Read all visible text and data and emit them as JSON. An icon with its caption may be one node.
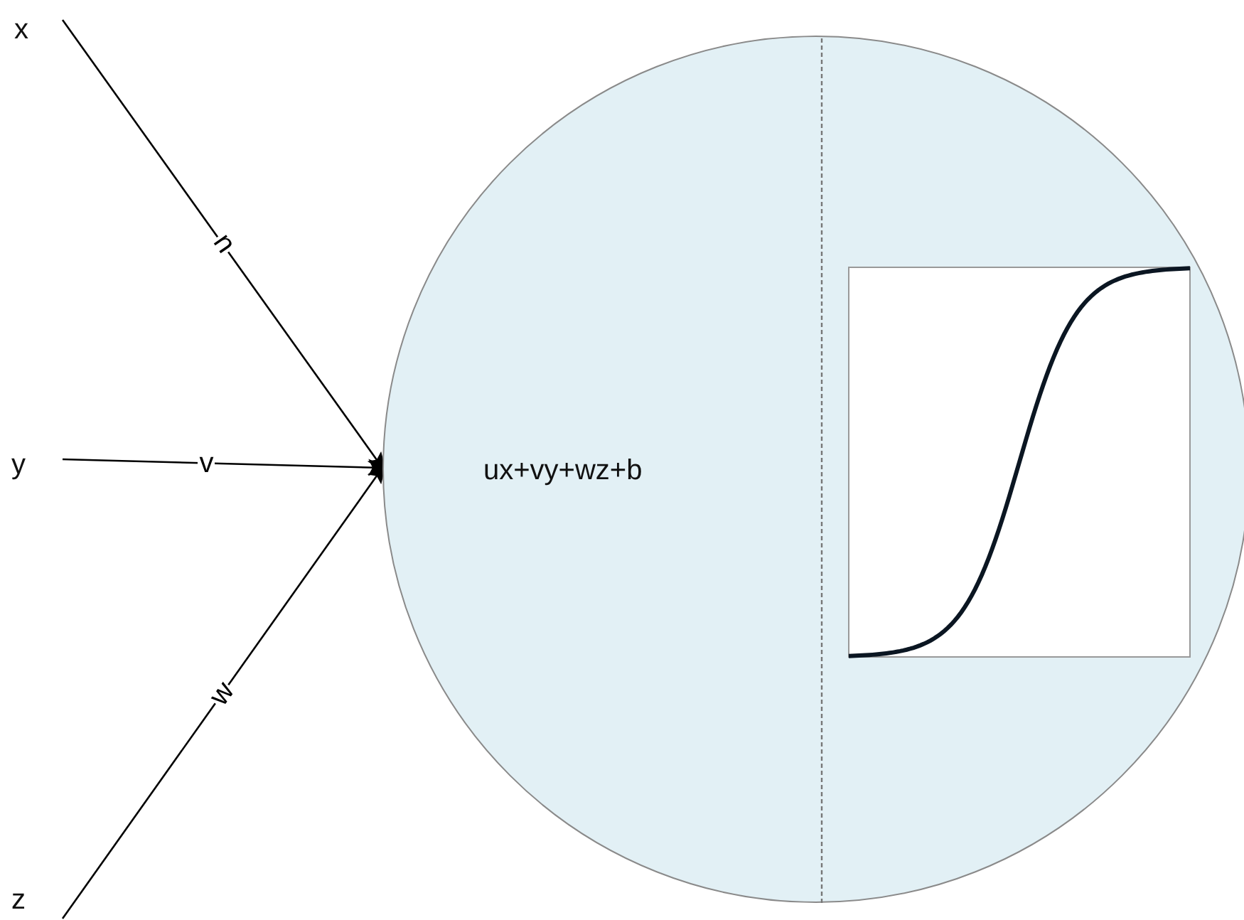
{
  "diagram": {
    "nodes": [
      {
        "text": [
          "x"
        ]
      },
      {
        "text": [
          "y"
        ]
      },
      {
        "text": [
          "z"
        ]
      },
      {
        "text": [
          "ux+vy+wz+b"
        ]
      }
    ],
    "edges": [
      {
        "from": 0,
        "to": 3,
        "arrow": "to",
        "label": "u"
      },
      {
        "from": 1,
        "to": 3,
        "arrow": "to",
        "label": "v"
      },
      {
        "from": 2,
        "to": 3,
        "arrow": "to",
        "label": "w"
      }
    ]
  }
}
